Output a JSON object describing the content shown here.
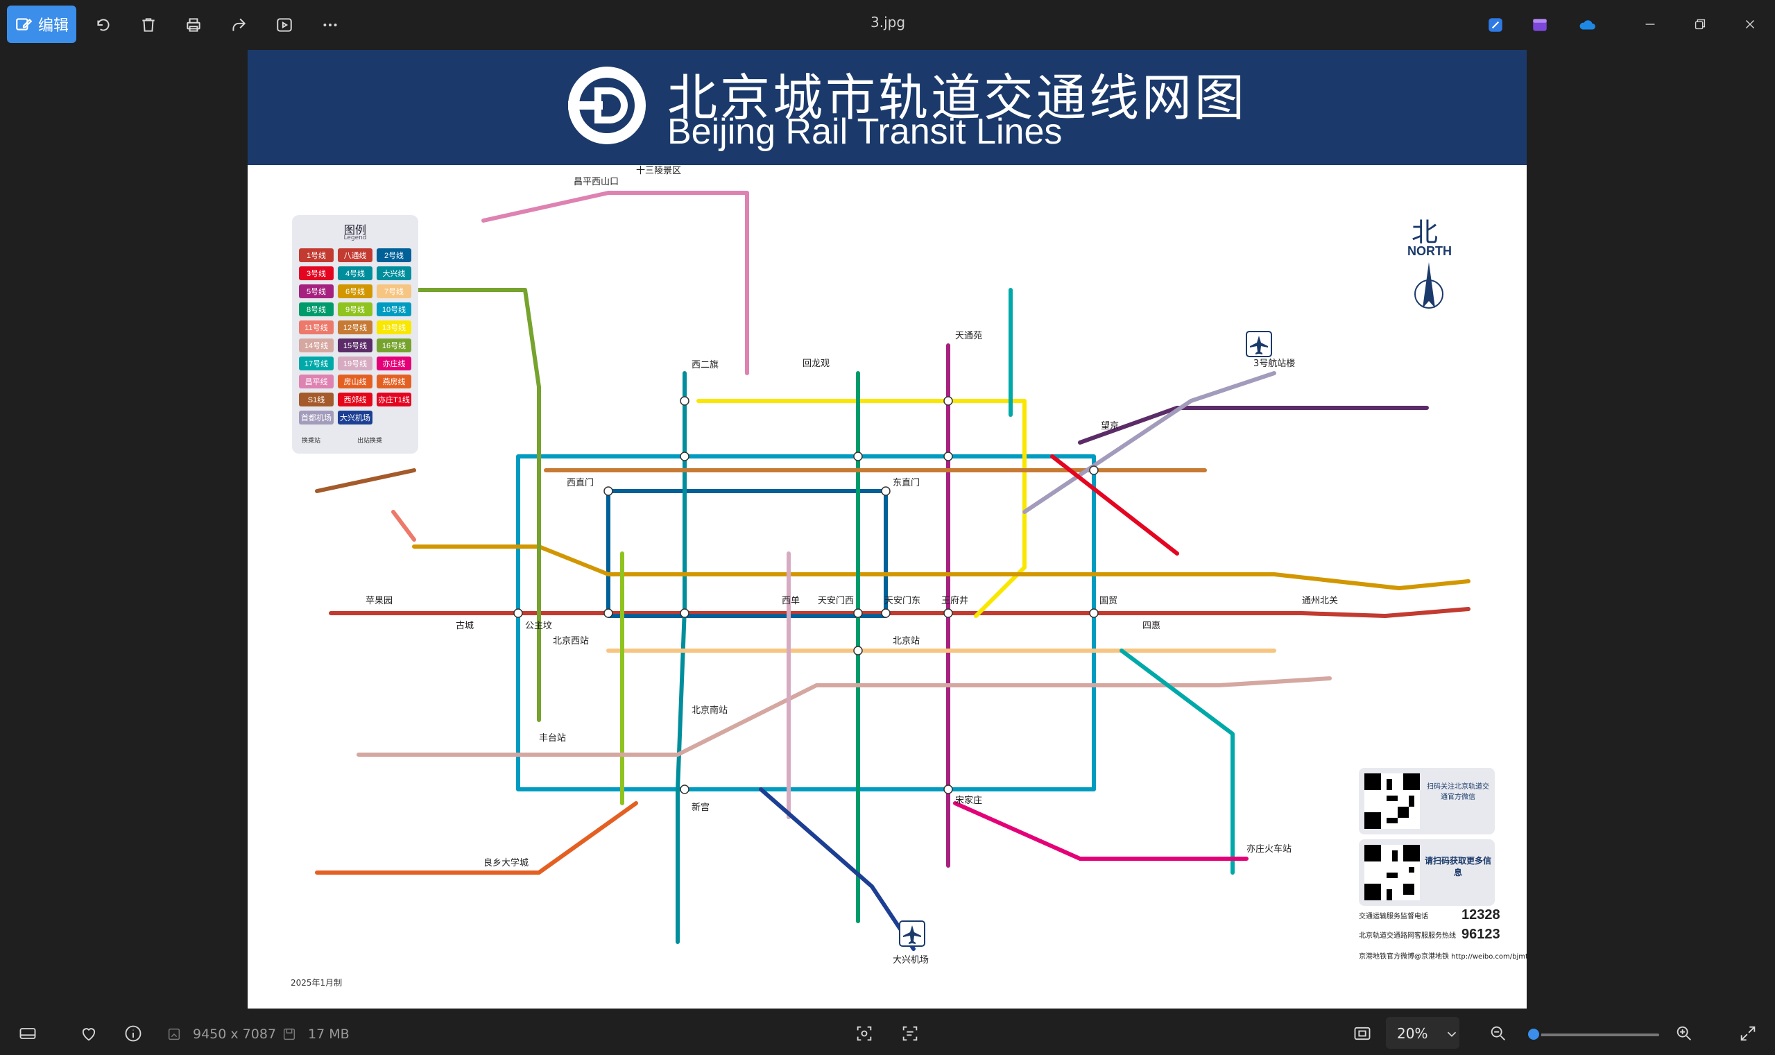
{
  "toolbar": {
    "edit_label": "编辑",
    "file_title": "3.jpg",
    "icons": [
      "edit-icon",
      "rotate-icon",
      "delete-icon",
      "print-icon",
      "share-icon",
      "slideshow-icon",
      "more-icon"
    ],
    "right_icons": [
      "designer-icon",
      "clipchamp-icon",
      "onedrive-icon",
      "minimize-icon",
      "restore-icon",
      "close-icon"
    ]
  },
  "map": {
    "title_cn": "北京城市轨道交通线网图",
    "title_en": "Beijing Rail Transit Lines",
    "north_cn": "北",
    "north_en": "NORTH",
    "legend_title": "图例",
    "legend_subtitle": "Legend",
    "legend_lines": [
      {
        "label": "1号线",
        "color": "#c23a30"
      },
      {
        "label": "八通线",
        "color": "#c23a30"
      },
      {
        "label": "2号线",
        "color": "#006098"
      },
      {
        "label": "3号线",
        "color": "#e40521"
      },
      {
        "label": "4号线",
        "color": "#008e9c"
      },
      {
        "label": "大兴线",
        "color": "#008e9c"
      },
      {
        "label": "5号线",
        "color": "#a6217f"
      },
      {
        "label": "6号线",
        "color": "#d29700"
      },
      {
        "label": "7号线",
        "color": "#f6c582"
      },
      {
        "label": "8号线",
        "color": "#009b6b"
      },
      {
        "label": "9号线",
        "color": "#8fc31f"
      },
      {
        "label": "10号线",
        "color": "#009bc0"
      },
      {
        "label": "11号线",
        "color": "#ed796b"
      },
      {
        "label": "12号线",
        "color": "#c67a33"
      },
      {
        "label": "13号线",
        "color": "#f9e700"
      },
      {
        "label": "14号线",
        "color": "#d5a7a1"
      },
      {
        "label": "15号线",
        "color": "#5b2c68"
      },
      {
        "label": "16号线",
        "color": "#76a32e"
      },
      {
        "label": "17号线",
        "color": "#00a9a9"
      },
      {
        "label": "19号线",
        "color": "#d6abc1"
      },
      {
        "label": "亦庄线",
        "color": "#e40077"
      },
      {
        "label": "昌平线",
        "color": "#de82b2"
      },
      {
        "label": "房山线",
        "color": "#e46022"
      },
      {
        "label": "燕房线",
        "color": "#e46022"
      },
      {
        "label": "S1线",
        "color": "#a45a2a"
      },
      {
        "label": "西郊线",
        "color": "#e50619"
      },
      {
        "label": "亦庄T1线",
        "color": "#e40521"
      },
      {
        "label": "首都机场",
        "color": "#a29bbb"
      },
      {
        "label": "大兴机场",
        "color": "#1c3f94"
      }
    ],
    "legend_foot_transfer": "换乘站",
    "legend_foot_outofstation": "出站换乘",
    "issue_date": "2025年1月制",
    "qr1_text": "扫码关注北京轨道交通官方微信",
    "qr2_text": "请扫码获取更多信息",
    "hotline1_label": "交通运输服务监督电话",
    "hotline1": "12328",
    "hotline2_label": "北京轨道交通路网客服服务热线",
    "hotline2": "96123",
    "weibo": "京港地铁官方微博@京港地铁 http://weibo.com/bjmtr",
    "stations": {
      "tiananmen_west": "天安门西",
      "tiananmen_east": "天安门东",
      "xidan": "西单",
      "wangfujing": "王府井",
      "guomao": "国贸",
      "sihui": "四惠",
      "gongzhufen": "公主坟",
      "pingguoyuan": "苹果园",
      "huilongguan": "回龙观",
      "xierqi": "西二旗",
      "tiantongyuan": "天通苑",
      "wangjing": "望京",
      "dongzhimen": "东直门",
      "xizhimen": "西直门",
      "beijingzhan": "北京站",
      "beijingxizhan": "北京西站",
      "beijingnanzhan": "北京南站",
      "songjiazhuang": "宋家庄",
      "fengtaizhan": "丰台站",
      "daxingairport": "大兴机场",
      "capitalairport": "3号航站楼",
      "tongzhou": "通州北关",
      "liangxiang": "良乡大学城",
      "yizhuang": "亦庄火车站",
      "changping": "昌平西山口",
      "shisanling": "十三陵景区",
      "xinggong": "新宫",
      "gucheng": "古城"
    }
  },
  "bottombar": {
    "dimensions": "9450 x 7087",
    "filesize": "17 MB",
    "zoom": "20%",
    "zoom_level": 0.0
  }
}
